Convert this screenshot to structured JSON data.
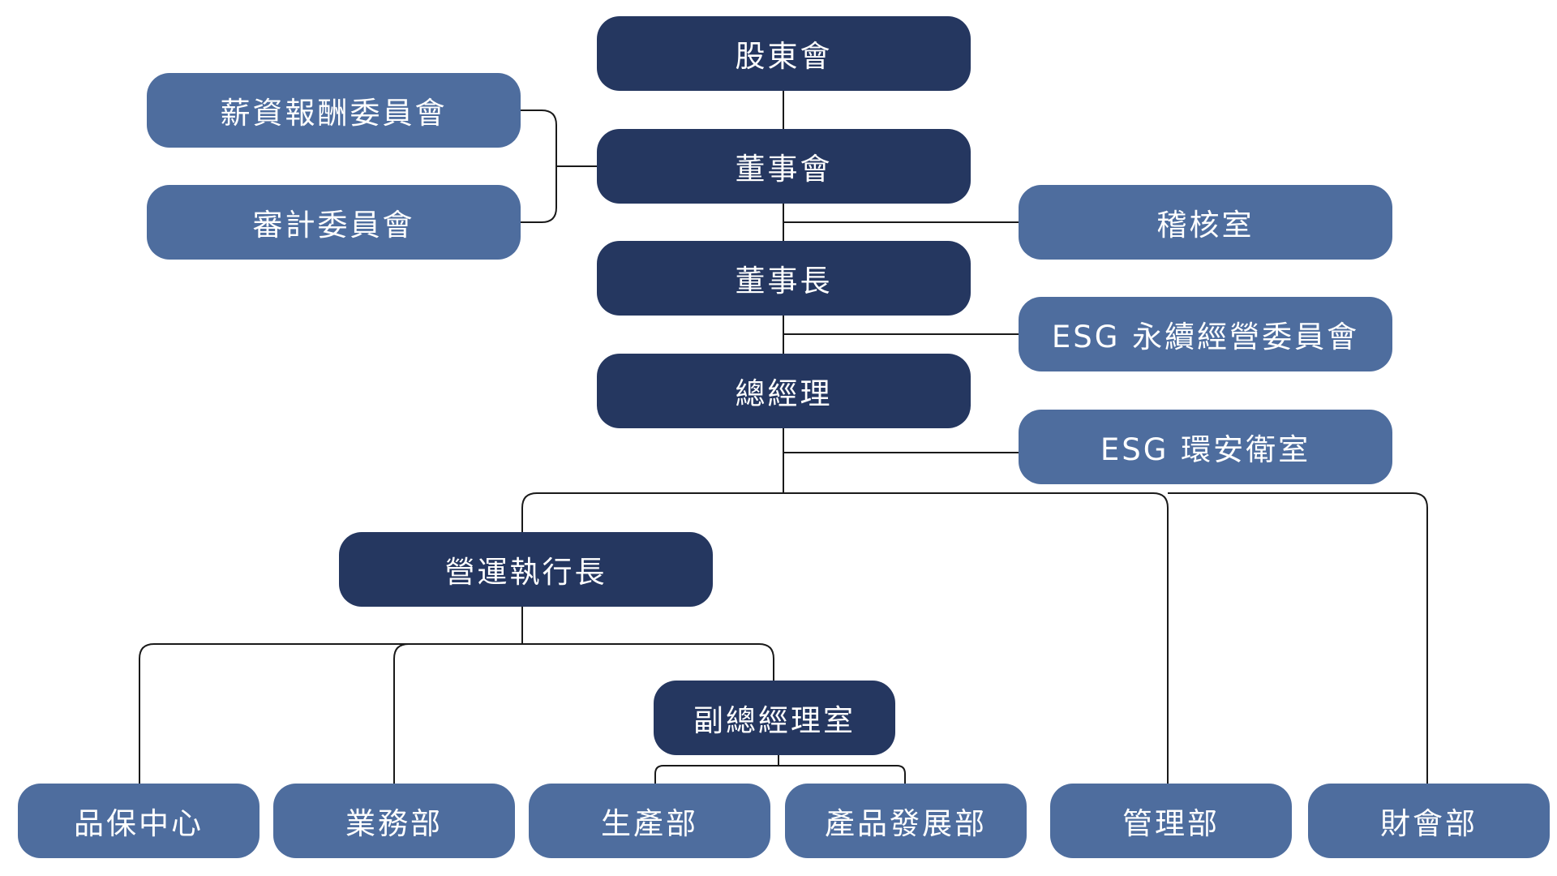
{
  "diagram": {
    "colors": {
      "primary_node": "#253760",
      "secondary_node": "#4e6d9e",
      "connector": "#1a1a1a",
      "background": "#ffffff"
    },
    "nodes": {
      "shareholders_meeting": "股東會",
      "compensation_committee": "薪資報酬委員會",
      "board_of_directors": "董事會",
      "audit_committee": "審計委員會",
      "internal_audit_office": "稽核室",
      "chairman": "董事長",
      "esg_sustainability_committee": "ESG 永續經營委員會",
      "general_manager": "總經理",
      "esg_ehs_office": "ESG 環安衛室",
      "chief_operating_officer": "營運執行長",
      "deputy_gm_office": "副總經理室",
      "quality_assurance_center": "品保中心",
      "sales_department": "業務部",
      "production_department": "生產部",
      "product_development_department": "產品發展部",
      "management_department": "管理部",
      "finance_accounting_department": "財會部"
    }
  }
}
